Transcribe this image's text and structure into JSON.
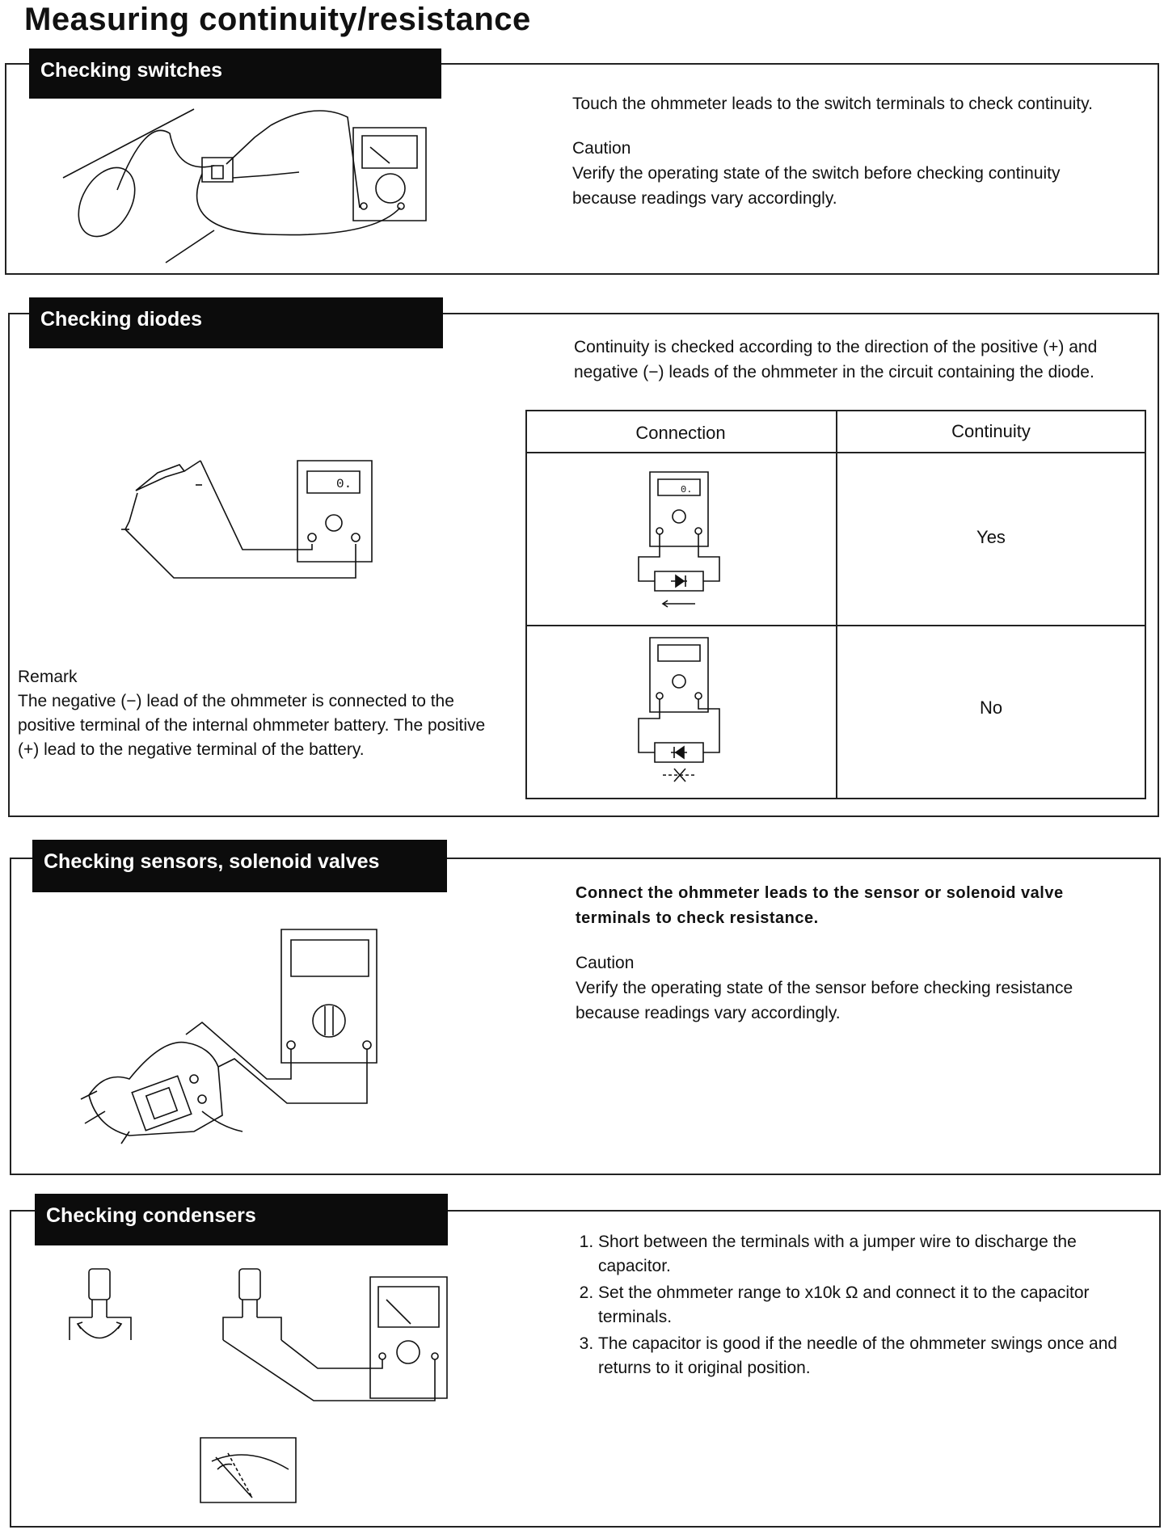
{
  "page": {
    "title": "Measuring continuity/resistance"
  },
  "switches": {
    "heading": "Checking switches",
    "instruction": "Touch the ohmmeter leads to the switch terminals to check continuity.",
    "caution_label": "Caution",
    "caution_text": "Verify the operating state of the switch before checking continuity because readings vary accordingly.",
    "illustration_icon": "analog-ohmmeter-with-switch-icon"
  },
  "diodes": {
    "heading": "Checking diodes",
    "instruction": "Continuity is checked according to the direction of the positive (+) and negative (−) leads of the ohmmeter in the circuit containing the diode.",
    "remark_label": "Remark",
    "remark_text": "The negative (−) lead of the ohmmeter is connected to the positive terminal of the internal ohmmeter battery. The positive (+) lead to the negative terminal of the battery.",
    "table": {
      "headers": [
        "Connection",
        "Continuity"
      ],
      "rows": [
        {
          "connection_icon": "diode-forward-connection-icon",
          "continuity": "Yes"
        },
        {
          "connection_icon": "diode-reverse-connection-icon",
          "continuity": "No"
        }
      ]
    },
    "illustration_icon": "digital-ohmmeter-with-diode-icon"
  },
  "sensors": {
    "heading": "Checking sensors, solenoid valves",
    "instruction": "Connect the ohmmeter leads to the sensor or solenoid valve terminals to check resistance.",
    "caution_label": "Caution",
    "caution_text": "Verify the operating state of the sensor before checking resistance because readings vary accordingly.",
    "illustration_icon": "ohmmeter-on-solenoid-valve-icon"
  },
  "condensers": {
    "heading": "Checking condensers",
    "steps": [
      "Short between the terminals with a jumper wire to discharge the capacitor.",
      "Set the ohmmeter range to x10k Ω  and connect it to the capacitor terminals.",
      "The capacitor is good if the needle of the ohmmeter swings once and returns to it original position."
    ],
    "illustration_icon": "capacitor-discharge-and-ohmmeter-icon"
  }
}
